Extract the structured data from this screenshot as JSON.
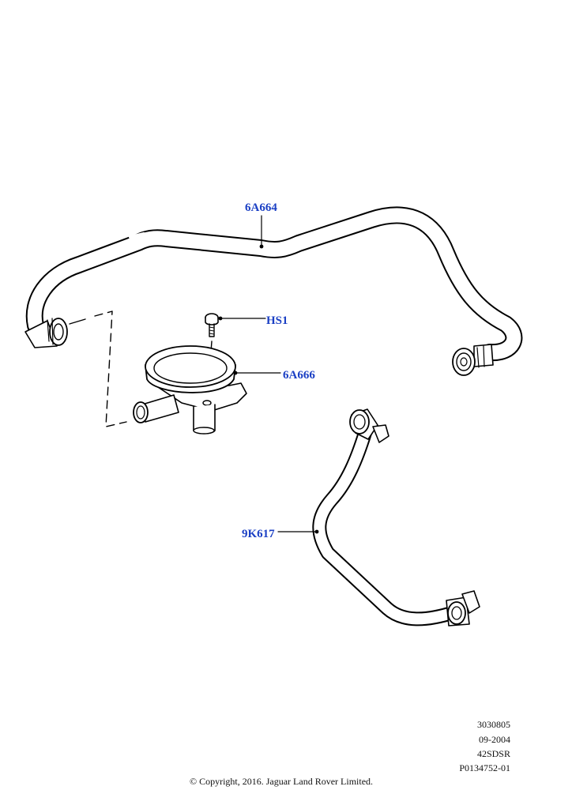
{
  "callouts": {
    "hose_upper": "6A664",
    "bolt": "HS1",
    "separator": "6A666",
    "hose_lower": "9K617"
  },
  "info_block": {
    "line1": "3030805",
    "line2": "09-2004",
    "line3": "42SDSR",
    "line4": "P0134752-01"
  },
  "copyright": "© Copyright, 2016. Jaguar Land Rover Limited.",
  "colors": {
    "callout_text": "#1a3fc4",
    "line_art": "#000000",
    "background": "#ffffff"
  }
}
